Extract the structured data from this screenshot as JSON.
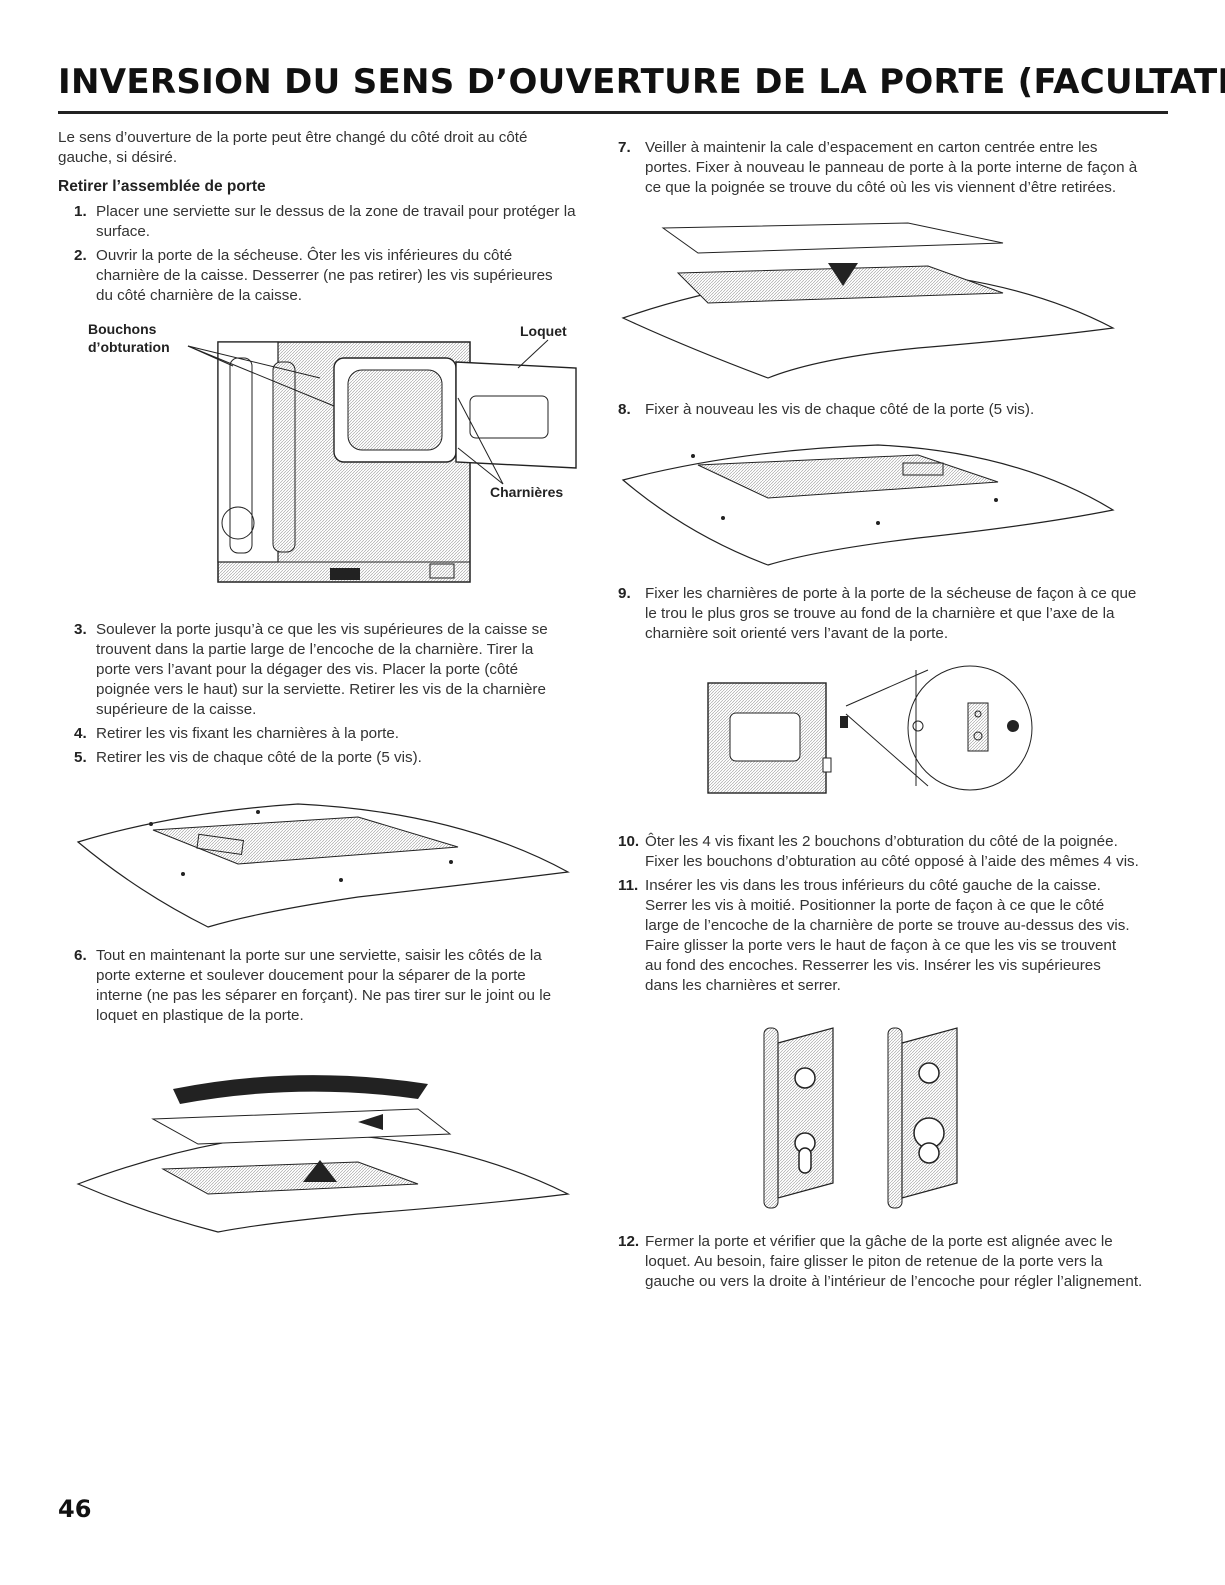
{
  "title": "INVERSION DU SENS D’OUVERTURE DE LA PORTE (FACULTATIF)",
  "intro": "Le sens d’ouverture de la porte peut être changé du côté droit au côté gauche, si désiré.",
  "subheading": "Retirer l’assemblée de porte",
  "steps": [
    {
      "num": "1.",
      "text": "Placer une serviette sur le dessus de la zone de travail pour protéger la surface."
    },
    {
      "num": "2.",
      "text": "Ouvrir la porte de la sécheuse. Ôter les vis inférieures du côté charnière de la caisse. Desserrer (ne pas retirer) les vis supérieures du côté charnière de la caisse."
    },
    {
      "num": "3.",
      "text": "Soulever la porte jusqu’à ce que les vis supérieures de la caisse se trouvent dans la partie large de l’encoche de la charnière. Tirer la porte vers l’avant pour la dégager des vis. Placer la porte (côté poignée vers le haut) sur la serviette. Retirer les vis de la charnière supérieure de la caisse."
    },
    {
      "num": "4.",
      "text": "Retirer les vis fixant les charnières à la porte."
    },
    {
      "num": "5.",
      "text": "Retirer les vis de chaque côté de la porte (5 vis)."
    },
    {
      "num": "6.",
      "text": "Tout en maintenant la porte sur une serviette, saisir les côtés de la porte externe et soulever doucement pour la séparer de la porte interne (ne pas les séparer en forçant). Ne pas tirer sur le joint ou le loquet en plastique de la porte."
    },
    {
      "num": "7.",
      "text": "Veiller à maintenir la cale d’espacement en carton centrée entre les portes. Fixer à nouveau le panneau de porte à la porte interne de façon à ce que la poignée se trouve du côté où les vis viennent d’être retirées."
    },
    {
      "num": "8.",
      "text": "Fixer à nouveau les vis de chaque côté de la porte (5 vis)."
    },
    {
      "num": "9.",
      "text": "Fixer les charnières de porte à la porte de la sécheuse de façon à ce que le trou le plus gros se trouve au fond de la charnière et que l’axe de la charnière soit orienté vers l’avant de la porte."
    },
    {
      "num": "10.",
      "text": "Ôter les 4 vis fixant les 2 bouchons d’obturation du côté de la poignée. Fixer les bouchons d’obturation au côté opposé à l’aide des mêmes 4 vis."
    },
    {
      "num": "11.",
      "text": "Insérer les vis dans les trous inférieurs du côté gauche de la caisse. Serrer les vis à moitié. Positionner la porte de façon à ce que le côté large de l’encoche de la charnière de porte se trouve au-dessus des vis. Faire glisser la porte vers le haut de façon à ce que les vis se trouvent au fond des encoches. Resserrer les vis. Insérer les vis supérieures dans les charnières et serrer."
    },
    {
      "num": "12.",
      "text": "Fermer la porte et vérifier que la gâche de la porte est alignée avec le loquet. Au besoin, faire glisser le piton de retenue de la porte vers la gauche ou vers la droite à l’intérieur de l’encoche pour régler l’alignement."
    }
  ],
  "labels": {
    "bouchons": "Bouchons d’obturation",
    "loquet": "Loquet",
    "charnieres": "Charnières"
  },
  "page_number": "46"
}
